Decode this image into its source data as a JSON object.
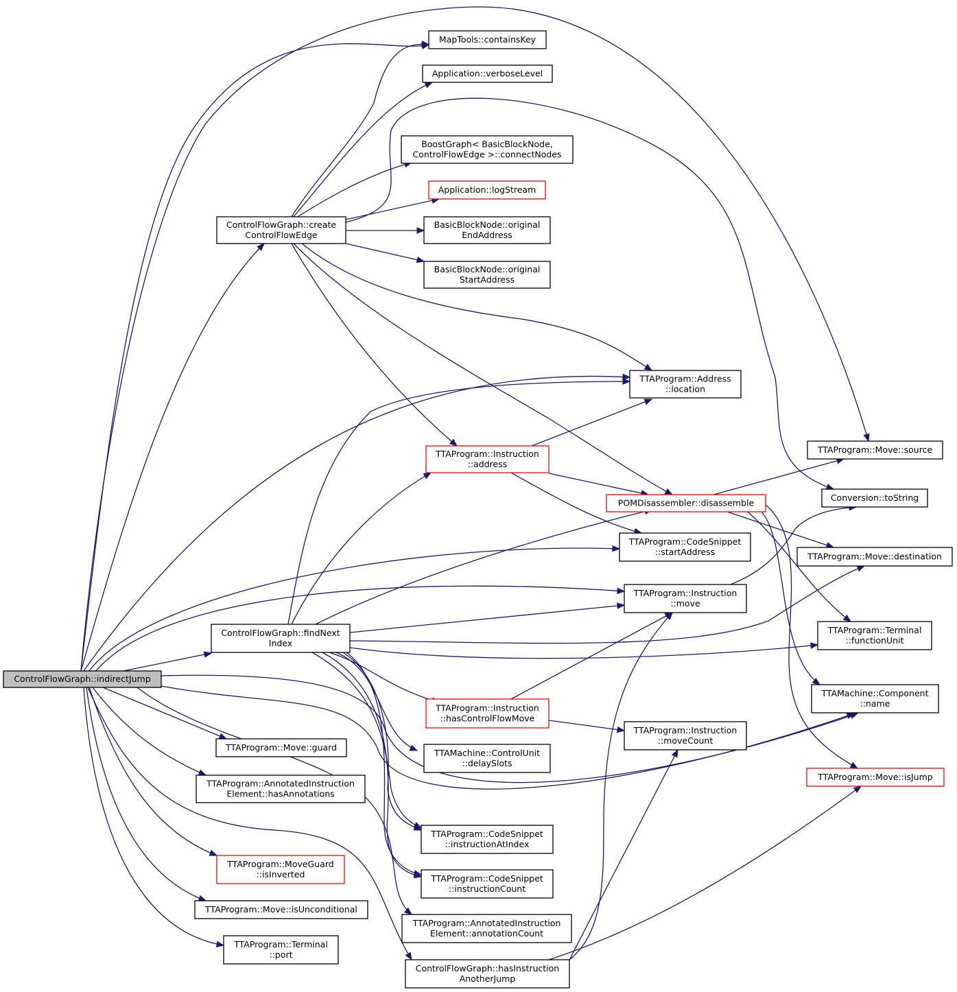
{
  "diagram": {
    "colors": {
      "edge": "#191970",
      "node_border": "#000000",
      "node_border_incomplete": "#ff0000",
      "root_fill": "#bfbfbf"
    },
    "nodes": [
      {
        "id": "root",
        "lines": [
          "ControlFlowGraph::indirectJump"
        ],
        "style": "root"
      },
      {
        "id": "containsKey",
        "lines": [
          "MapTools::containsKey"
        ],
        "style": "normal"
      },
      {
        "id": "verboseLevel",
        "lines": [
          "Application::verboseLevel"
        ],
        "style": "normal"
      },
      {
        "id": "connectNodes",
        "lines": [
          "BoostGraph< BasicBlockNode,",
          "ControlFlowEdge >::connectNodes"
        ],
        "style": "normal"
      },
      {
        "id": "logStream",
        "lines": [
          "Application::logStream"
        ],
        "style": "red"
      },
      {
        "id": "createEdge",
        "lines": [
          "ControlFlowGraph::create",
          "ControlFlowEdge"
        ],
        "style": "normal"
      },
      {
        "id": "origEnd",
        "lines": [
          "BasicBlockNode::original",
          "EndAddress"
        ],
        "style": "normal"
      },
      {
        "id": "origStart",
        "lines": [
          "BasicBlockNode::original",
          "StartAddress"
        ],
        "style": "normal"
      },
      {
        "id": "location",
        "lines": [
          "TTAProgram::Address",
          "::location"
        ],
        "style": "normal"
      },
      {
        "id": "moveSource",
        "lines": [
          "TTAProgram::Move::source"
        ],
        "style": "normal"
      },
      {
        "id": "instrAddress",
        "lines": [
          "TTAProgram::Instruction",
          "::address"
        ],
        "style": "red"
      },
      {
        "id": "disassemble",
        "lines": [
          "POMDisassembler::disassemble"
        ],
        "style": "red"
      },
      {
        "id": "toString",
        "lines": [
          "Conversion::toString"
        ],
        "style": "normal"
      },
      {
        "id": "startAddress",
        "lines": [
          "TTAProgram::CodeSnippet",
          "::startAddress"
        ],
        "style": "normal"
      },
      {
        "id": "moveDestination",
        "lines": [
          "TTAProgram::Move::destination"
        ],
        "style": "normal"
      },
      {
        "id": "instrMove",
        "lines": [
          "TTAProgram::Instruction",
          "::move"
        ],
        "style": "normal"
      },
      {
        "id": "findNextIndex",
        "lines": [
          "ControlFlowGraph::findNext",
          "Index"
        ],
        "style": "normal"
      },
      {
        "id": "functionUnit",
        "lines": [
          "TTAProgram::Terminal",
          "::functionUnit"
        ],
        "style": "normal"
      },
      {
        "id": "componentName",
        "lines": [
          "TTAMachine::Component",
          "::name"
        ],
        "style": "normal"
      },
      {
        "id": "hasCFMove",
        "lines": [
          "TTAProgram::Instruction",
          "::hasControlFlowMove"
        ],
        "style": "red"
      },
      {
        "id": "moveCount",
        "lines": [
          "TTAProgram::Instruction",
          "::moveCount"
        ],
        "style": "normal"
      },
      {
        "id": "moveGuard",
        "lines": [
          "TTAProgram::Move::guard"
        ],
        "style": "normal"
      },
      {
        "id": "delaySlots",
        "lines": [
          "TTAMachine::ControlUnit",
          "::delaySlots"
        ],
        "style": "normal"
      },
      {
        "id": "hasAnnotations",
        "lines": [
          "TTAProgram::AnnotatedInstruction",
          "Element::hasAnnotations"
        ],
        "style": "normal"
      },
      {
        "id": "isJump",
        "lines": [
          "TTAProgram::Move::isJump"
        ],
        "style": "red"
      },
      {
        "id": "instrAtIndex",
        "lines": [
          "TTAProgram::CodeSnippet",
          "::instructionAtIndex"
        ],
        "style": "normal"
      },
      {
        "id": "isInverted",
        "lines": [
          "TTAProgram::MoveGuard",
          "::isInverted"
        ],
        "style": "red"
      },
      {
        "id": "instrCount",
        "lines": [
          "TTAProgram::CodeSnippet",
          "::instructionCount"
        ],
        "style": "normal"
      },
      {
        "id": "isUnconditional",
        "lines": [
          "TTAProgram::Move::isUnconditional"
        ],
        "style": "normal"
      },
      {
        "id": "annotationCount",
        "lines": [
          "TTAProgram::AnnotatedInstruction",
          "Element::annotationCount"
        ],
        "style": "normal"
      },
      {
        "id": "terminalPort",
        "lines": [
          "TTAProgram::Terminal",
          "::port"
        ],
        "style": "normal"
      },
      {
        "id": "hasAnotherJump",
        "lines": [
          "ControlFlowGraph::hasInstruction",
          "AnotherJump"
        ],
        "style": "normal"
      }
    ]
  }
}
